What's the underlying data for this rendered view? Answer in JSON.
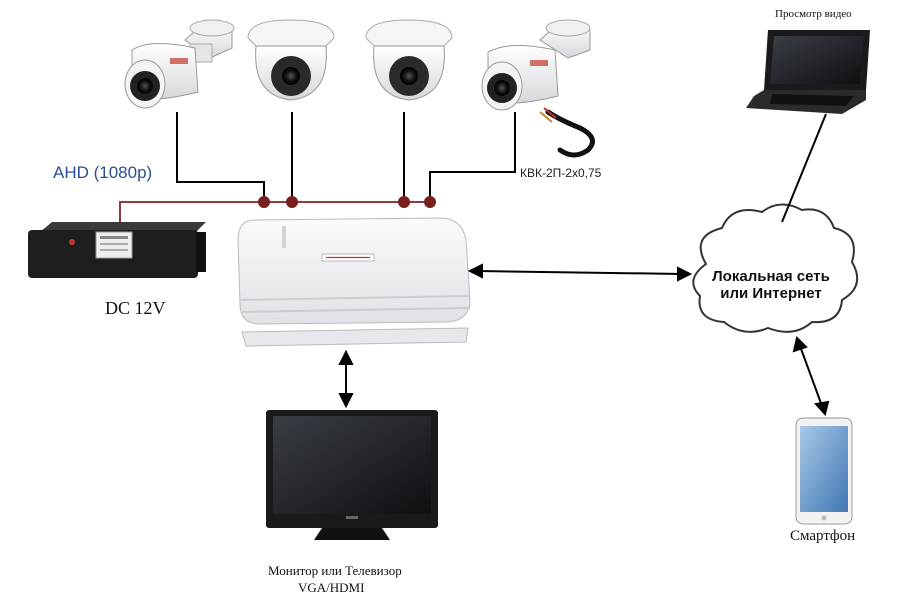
{
  "labels": {
    "signal": "AHD (1080p)",
    "cable": "КВК-2П-2х0,75",
    "power": "DC 12V",
    "view": "Просмотр видео",
    "network_line1": "Локальная сеть",
    "network_line2": "или Интернет",
    "smartphone": "Смартфон",
    "monitor_line1": "Монитор или Телевизор",
    "monitor_line2": "VGA/HDMI"
  },
  "colors": {
    "power_wire": "#8b3a3a",
    "signal_label": "#2a4f8f",
    "line": "#000000"
  },
  "icons": [
    "bullet-camera-icon",
    "dome-camera-icon",
    "cable-icon",
    "power-supply-icon",
    "dvr-recorder-icon",
    "monitor-icon",
    "laptop-icon",
    "cloud-icon",
    "smartphone-icon"
  ]
}
